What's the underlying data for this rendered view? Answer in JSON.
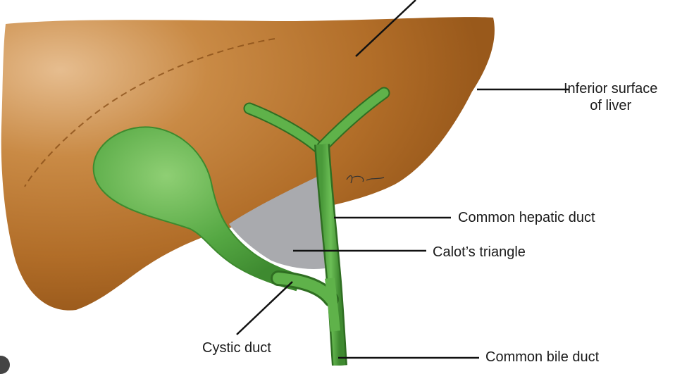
{
  "labels": {
    "inferior_surface_of_liver": [
      "Inferior surface",
      "of liver"
    ],
    "common_hepatic_duct": "Common hepatic duct",
    "calots_triangle": "Calot’s triangle",
    "cystic_duct": "Cystic duct",
    "common_bile_duct": "Common bile duct"
  },
  "colors": {
    "liver": "#b5712b",
    "liver_highlight": "#e2b789",
    "liver_shadow": "#8f5519",
    "gallbladder": "#52a640",
    "gallbladder_highlight": "#8fcf74",
    "duct_outline": "#2f6e22",
    "calots_triangle": "#a9aaae",
    "leader_line": "#111111"
  }
}
